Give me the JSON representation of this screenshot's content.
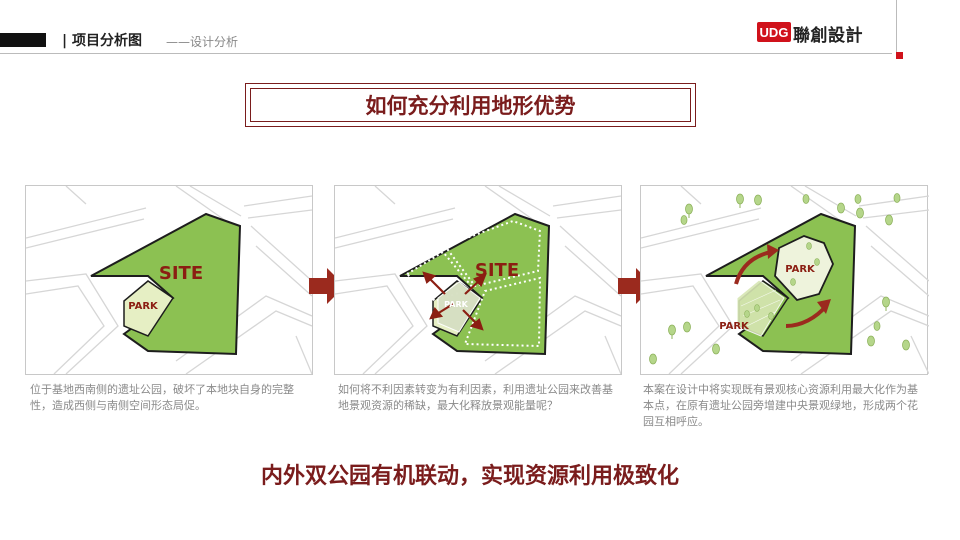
{
  "header": {
    "title": "| 项目分析图",
    "subtitle": "——设计分析",
    "logo_mark": "UDG",
    "logo_text": "聯創設計"
  },
  "main_title": "如何充分利用地形优势",
  "panels": [
    {
      "site_label": "SITE",
      "park_label": "PARK",
      "description": "位于基地西南侧的遗址公园，破坏了本地块自身的完整性，造成西侧与南侧空间形态局促。"
    },
    {
      "site_label": "SITE",
      "park_label": "PARK",
      "description": "如何将不利因素转变为有利因素，利用遗址公园来改善基地景观资源的稀缺，最大化释放景观能量呢？"
    },
    {
      "park_top_label": "PARK",
      "park_bottom_label": "PARK",
      "description": "本案在设计中将实现既有景观核心资源利用最大化作为基本点，在原有遗址公园旁增建中央景观绿地，形成两个花园互相呼应。"
    }
  ],
  "conclusion": "内外双公园有机联动，实现资源利用极致化",
  "colors": {
    "accent": "#7a1c1c",
    "site_green": "#8cc152",
    "park_light": "#e6efc4",
    "arrow_red": "#9b2a1e",
    "brand_red": "#d0121b"
  }
}
